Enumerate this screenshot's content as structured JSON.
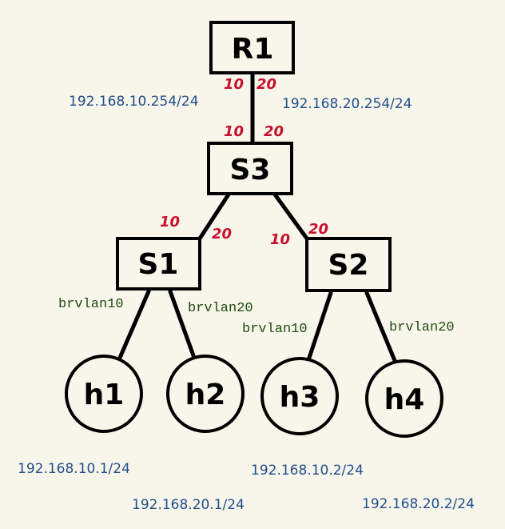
{
  "colors": {
    "background": "#f8f5ea",
    "lines": "#000000",
    "port": "#c8102e",
    "ip": "#1f4e8c",
    "vlan": "#1e4d12"
  },
  "nodes": {
    "r1": "R1",
    "s3": "S3",
    "s1": "S1",
    "s2": "S2",
    "h1": "h1",
    "h2": "h2",
    "h3": "h3",
    "h4": "h4"
  },
  "ports": {
    "r1_10": "10",
    "r1_20": "20",
    "s3_top_10": "10",
    "s3_top_20": "20",
    "s3_left_10": "10",
    "s1_20": "20",
    "s2_10": "10",
    "s3_right_20": "20"
  },
  "ips": {
    "r1_vlan10": "192.168.10.254/24",
    "r1_vlan20": "192.168.20.254/24",
    "h1": "192.168.10.1/24",
    "h2": "192.168.20.1/24",
    "h3": "192.168.10.2/24",
    "h4": "192.168.20.2/24"
  },
  "bridges": {
    "s1_h1": "brvlan10",
    "s1_h2": "brvlan20",
    "s2_h3": "brvlan10",
    "s2_h4": "brvlan20"
  }
}
